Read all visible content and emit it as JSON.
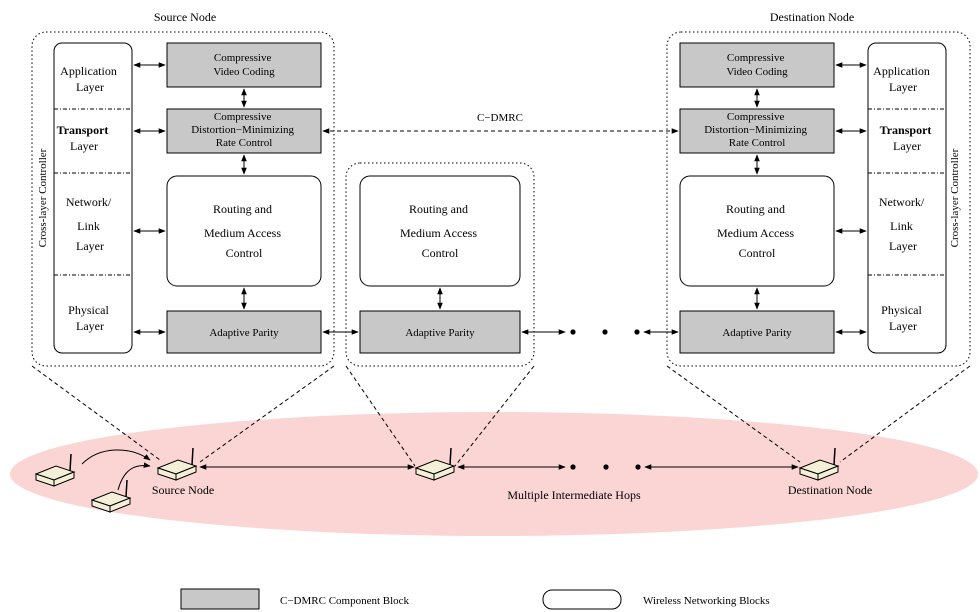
{
  "source_title": "Source Node",
  "destination_title": "Destination Node",
  "layers": {
    "application": [
      "Application",
      "Layer"
    ],
    "transport": [
      "Transport",
      "Layer"
    ],
    "network": [
      "Network/",
      "Link",
      "Layer"
    ],
    "physical": [
      "Physical",
      "Layer"
    ]
  },
  "controller_label": "Cross-layer  Controller",
  "blocks": {
    "video_coding": [
      "Compressive",
      "Video Coding"
    ],
    "rate_control": [
      "Compressive",
      "Distortion−Minimizing",
      "Rate Control"
    ],
    "routing": [
      "Routing and",
      "Medium Access",
      "Control"
    ],
    "adaptive_parity": "Adaptive Parity"
  },
  "cdmrc_link": "C−DMRC",
  "network": {
    "source_node": "Source Node",
    "hops": "Multiple Intermediate Hops",
    "destination_node": "Destination Node"
  },
  "legend": {
    "component": "C−DMRC Component Block",
    "networking": "Wireless Networking Blocks"
  },
  "colors": {
    "component_fill": "#c8c8c8",
    "ellipse_fill": "#fbd4d4",
    "stroke": "#000000"
  }
}
